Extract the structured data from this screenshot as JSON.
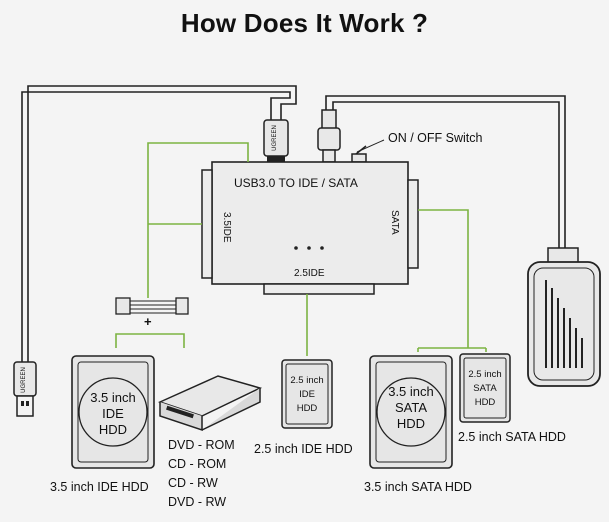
{
  "title": "How Does It Work ?",
  "adapter": {
    "name": "USB3.0 TO IDE / SATA",
    "port_left": "3.5IDE",
    "port_right": "SATA",
    "port_bottom": "2.5IDE"
  },
  "switch_label": "ON / OFF Switch",
  "power_plus": "+",
  "usb_logo": "UGREEN",
  "drives": {
    "ide35": {
      "line1": "3.5 inch",
      "line2": "IDE",
      "line3": "HDD",
      "caption": "3.5 inch IDE HDD"
    },
    "ide25": {
      "line1": "2.5 inch",
      "line2": "IDE",
      "line3": "HDD",
      "caption": "2.5 inch IDE HDD"
    },
    "sata35": {
      "line1": "3.5 inch",
      "line2": "SATA",
      "line3": "HDD",
      "caption": "3.5 inch SATA HDD"
    },
    "sata25": {
      "line1": "2.5 inch",
      "line2": "SATA",
      "line3": "HDD",
      "caption": "2.5 inch SATA HDD"
    }
  },
  "optical": [
    "DVD - ROM",
    "CD - ROM",
    "CD - RW",
    "DVD - RW"
  ],
  "colors": {
    "cable": "#222222",
    "green": "#7cb342",
    "background": "#f4f4f4"
  }
}
